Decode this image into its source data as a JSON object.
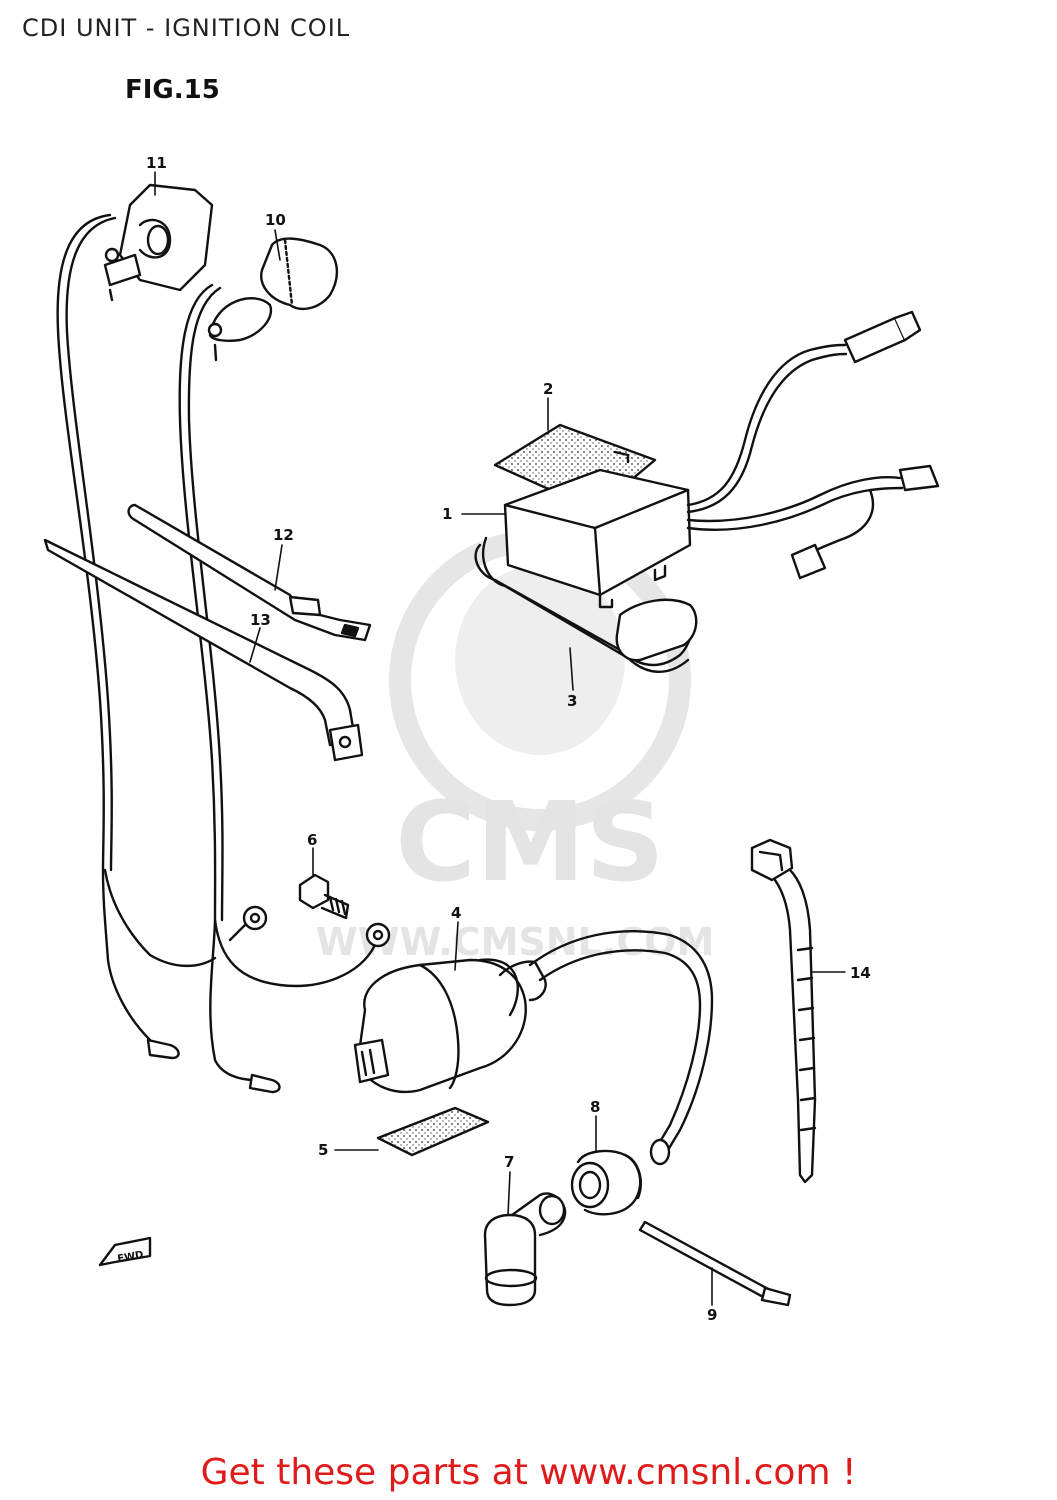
{
  "header": {
    "title": "CDI UNIT - IGNITION COIL",
    "figure": "FIG.15"
  },
  "watermark": {
    "brand": "CMS",
    "url": "WWW.CMSNL.COM"
  },
  "callouts": {
    "c1": "1",
    "c2": "2",
    "c3": "3",
    "c4": "4",
    "c5": "5",
    "c6": "6",
    "c7": "7",
    "c8": "8",
    "c9": "9",
    "c10": "10",
    "c11": "11",
    "c12": "12",
    "c13": "13",
    "c14": "14"
  },
  "fwd": "FWD",
  "footer": {
    "text": "Get these parts at www.cmsnl.com !"
  },
  "colors": {
    "footer": "#e01a1a",
    "line": "#111111",
    "watermark": "#e4e4e4"
  }
}
